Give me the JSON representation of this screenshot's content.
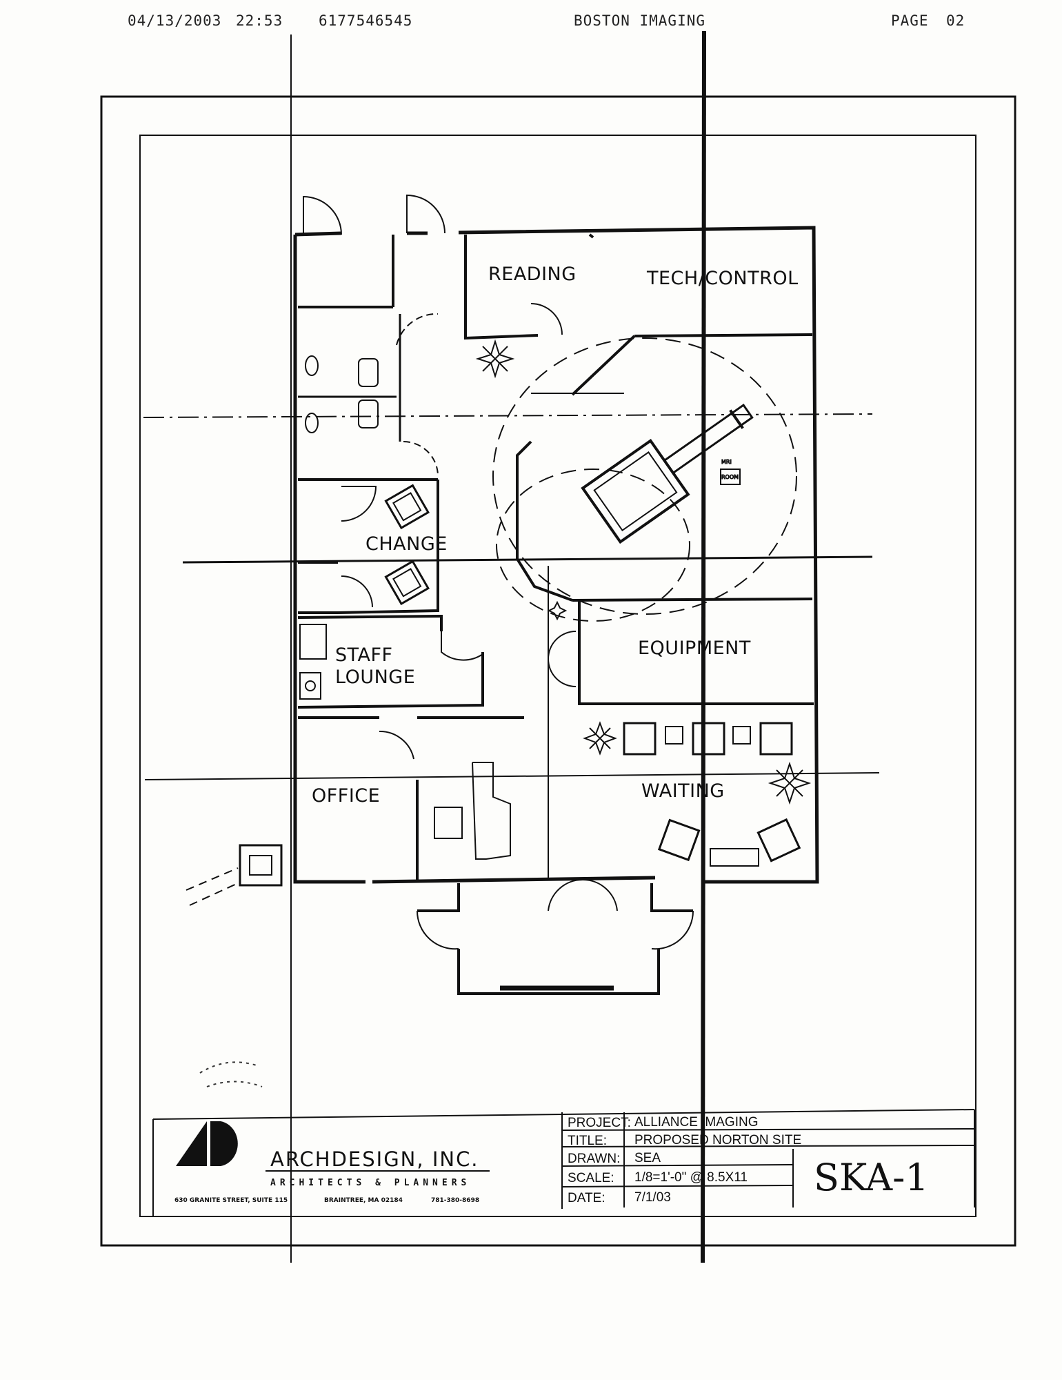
{
  "fax_header": {
    "date": "04/13/2003",
    "time": "22:53",
    "phone": "6177546545",
    "sender": "BOSTON IMAGING",
    "page_label": "PAGE",
    "page_number": "02"
  },
  "rooms": {
    "reading": "READING",
    "tech_control": "TECH/CONTROL",
    "change": "CHANGE",
    "staff": "STAFF",
    "lounge": "LOUNGE",
    "equipment": "EQUIPMENT",
    "office": "OFFICE",
    "waiting": "WAITING",
    "mri_tag_1": "MRI",
    "mri_tag_2": "ROOM"
  },
  "firm": {
    "name": "ARCHDESIGN, INC.",
    "subtitle": "ARCHITECTS & PLANNERS",
    "address": "630 GRANITE STREET, SUITE 115",
    "city": "BRAINTREE, MA 02184",
    "phone": "781-380-8698"
  },
  "title_block": {
    "project_label": "PROJECT:",
    "project_value": "ALLIANCE IMAGING",
    "title_label": "TITLE:",
    "title_value": "PROPOSED NORTON SITE",
    "drawn_label": "DRAWN:",
    "drawn_value": "SEA",
    "scale_label": "SCALE:",
    "scale_value": "1/8=1'-0\" @ 8.5X11",
    "date_label": "DATE:",
    "date_value": "7/1/03",
    "sheet": "SKA-1"
  }
}
